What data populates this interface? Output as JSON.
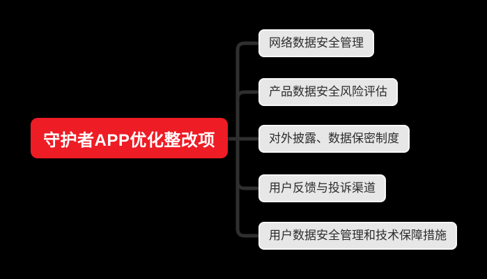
{
  "diagram": {
    "type": "mindmap",
    "direction": "left-to-right"
  },
  "root": {
    "label": "守护者APP优化整改项"
  },
  "branches": [
    {
      "label": "网络数据安全管理"
    },
    {
      "label": "产品数据安全风险评估"
    },
    {
      "label": "对外披露、数据保密制度"
    },
    {
      "label": "用户反馈与投诉渠道"
    },
    {
      "label": "用户数据安全管理和技术保障措施"
    }
  ],
  "colors": {
    "background": "#000000",
    "root_fill": "#ee1c25",
    "root_text": "#ffffff",
    "branch_fill": "#e7e7e7",
    "branch_border": "#f7f7f7",
    "branch_text": "#2d2d2d",
    "connector": "#2f2f2f"
  }
}
